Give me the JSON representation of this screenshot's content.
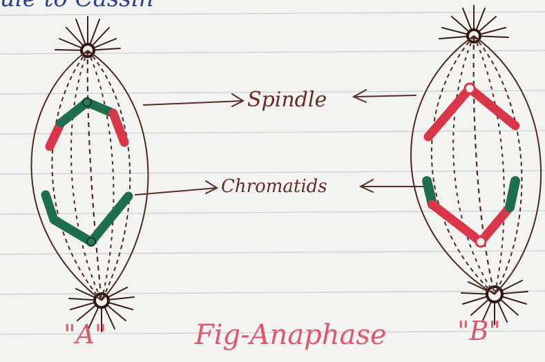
{
  "header_text": "ule to Cassin",
  "labels": {
    "spindle": "Spindle",
    "chromatids": "Chromatids",
    "cell_a": "\"A\"",
    "cell_b": "\"B\"",
    "caption": "Fig-Anaphase"
  },
  "colors": {
    "ink_brown": "#4a2a22",
    "chromatid_green": "#1f6e4e",
    "chromatid_red": "#d9364a",
    "header_blue": "#2b3f8f",
    "caption_pink": "#e2566b",
    "rule_line": "#c9ced3"
  }
}
